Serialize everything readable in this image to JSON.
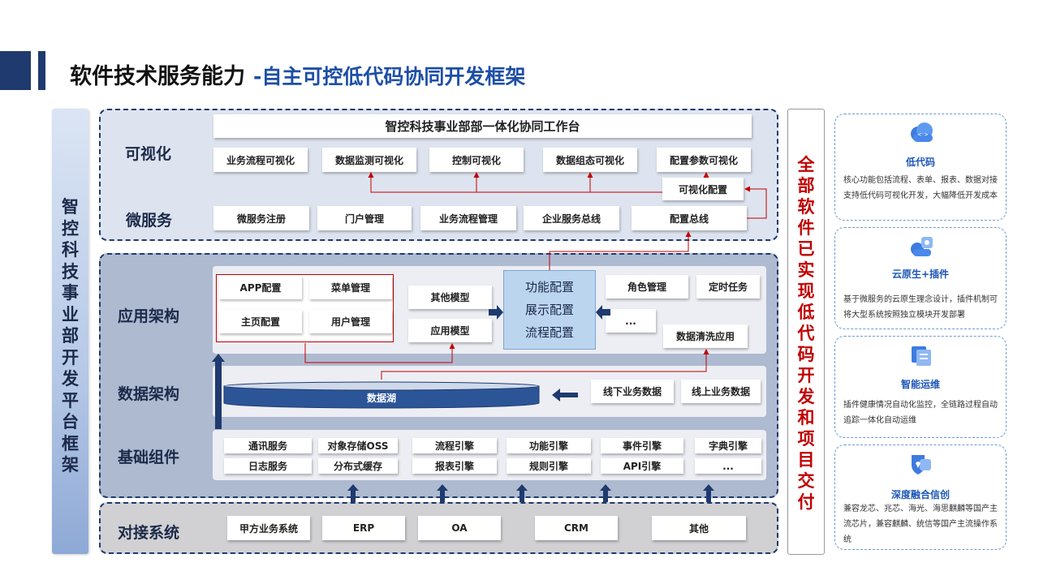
{
  "header": {
    "title": "软件技术服务能力",
    "subtitle": "-自主可控低代码协同开发框架"
  },
  "left_banner": {
    "text": "智控科技事业部开发平台框架"
  },
  "right_banner": {
    "text": "全部软件已实现低代码开发和项目交付"
  },
  "layers": {
    "visual": {
      "label": "可视化",
      "workbench": "智控科技事业部部一体化协同工作台",
      "items": [
        "业务流程可视化",
        "数据监测可视化",
        "控制可视化",
        "数据组态可视化",
        "配置参数可视化"
      ],
      "visual_config": "可视化配置"
    },
    "microservice": {
      "label": "微服务",
      "items": [
        "微服务注册",
        "门户管理",
        "业务流程管理",
        "企业服务总线",
        "配置总线"
      ]
    },
    "app": {
      "label": "应用架构",
      "group_left": [
        "APP配置",
        "菜单管理",
        "主页配置",
        "用户管理"
      ],
      "models": [
        "其他模型",
        "应用模型"
      ],
      "center": [
        "功能配置",
        "展示配置",
        "流程配置"
      ],
      "right": [
        "角色管理",
        "定时任务",
        "...",
        "数据清洗应用"
      ]
    },
    "data": {
      "label": "数据架构",
      "lake": "数据湖",
      "sources": [
        "线下业务数据",
        "线上业务数据"
      ]
    },
    "base": {
      "label": "基础组件",
      "row1": [
        "通讯服务",
        "对象存储OSS",
        "流程引擎",
        "功能引擎",
        "事件引擎",
        "字典引擎"
      ],
      "row2": [
        "日志服务",
        "分布式缓存",
        "报表引擎",
        "规则引擎",
        "API引擎",
        "..."
      ]
    },
    "integration": {
      "label": "对接系统",
      "items": [
        "甲方业务系统",
        "ERP",
        "OA",
        "CRM",
        "其他"
      ]
    }
  },
  "cards": [
    {
      "title": "低代码",
      "icon": "low-code-icon",
      "desc": "核心功能包括流程、表单、报表、数据对接支持低代码可视化开发，大幅降低开发成本"
    },
    {
      "title": "云原生+插件",
      "icon": "cloud-native-icon",
      "desc": "基于微服务的云原生理念设计，插件机制可将大型系统按照独立模块开发部署"
    },
    {
      "title": "智能运维",
      "icon": "smart-ops-icon",
      "desc": "插件健康情况自动化监控，全链路过程自动追踪一体化自动运维"
    },
    {
      "title": "深度融合信创",
      "icon": "xinchuang-icon",
      "desc": "兼容龙芯、兆芯、海光、海思麒麟等国产主流芯片，兼容麒麟、统信等国产主流操作系统"
    }
  ],
  "colors": {
    "navy": "#1f3a6e",
    "accent_red": "#c00000",
    "card_blue": "#1d56b8",
    "lake": "#2c5597"
  }
}
